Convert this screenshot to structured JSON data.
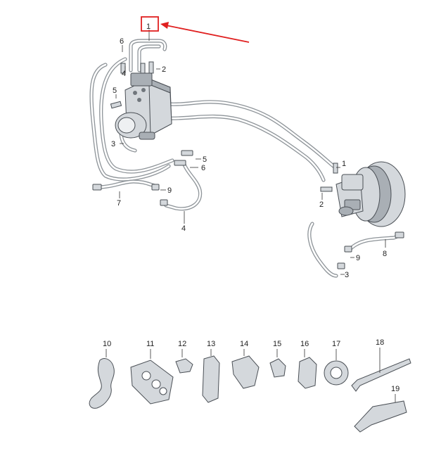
{
  "callouts": {
    "c1": "1",
    "c2": "2",
    "c3": "3",
    "c4": "4",
    "c5": "5",
    "c6": "6",
    "c7": "7",
    "c8": "8",
    "c9": "9",
    "r1": "1",
    "r2": "2",
    "r3": "3",
    "r5": "5",
    "r6": "6",
    "r9": "9",
    "r4": "4",
    "p10": "10",
    "p11": "11",
    "p12": "12",
    "p13": "13",
    "p14": "14",
    "p15": "15",
    "p16": "16",
    "p17": "17",
    "p18": "18",
    "p19": "19"
  },
  "highlight": {
    "color": "#e02020",
    "target": "1"
  }
}
